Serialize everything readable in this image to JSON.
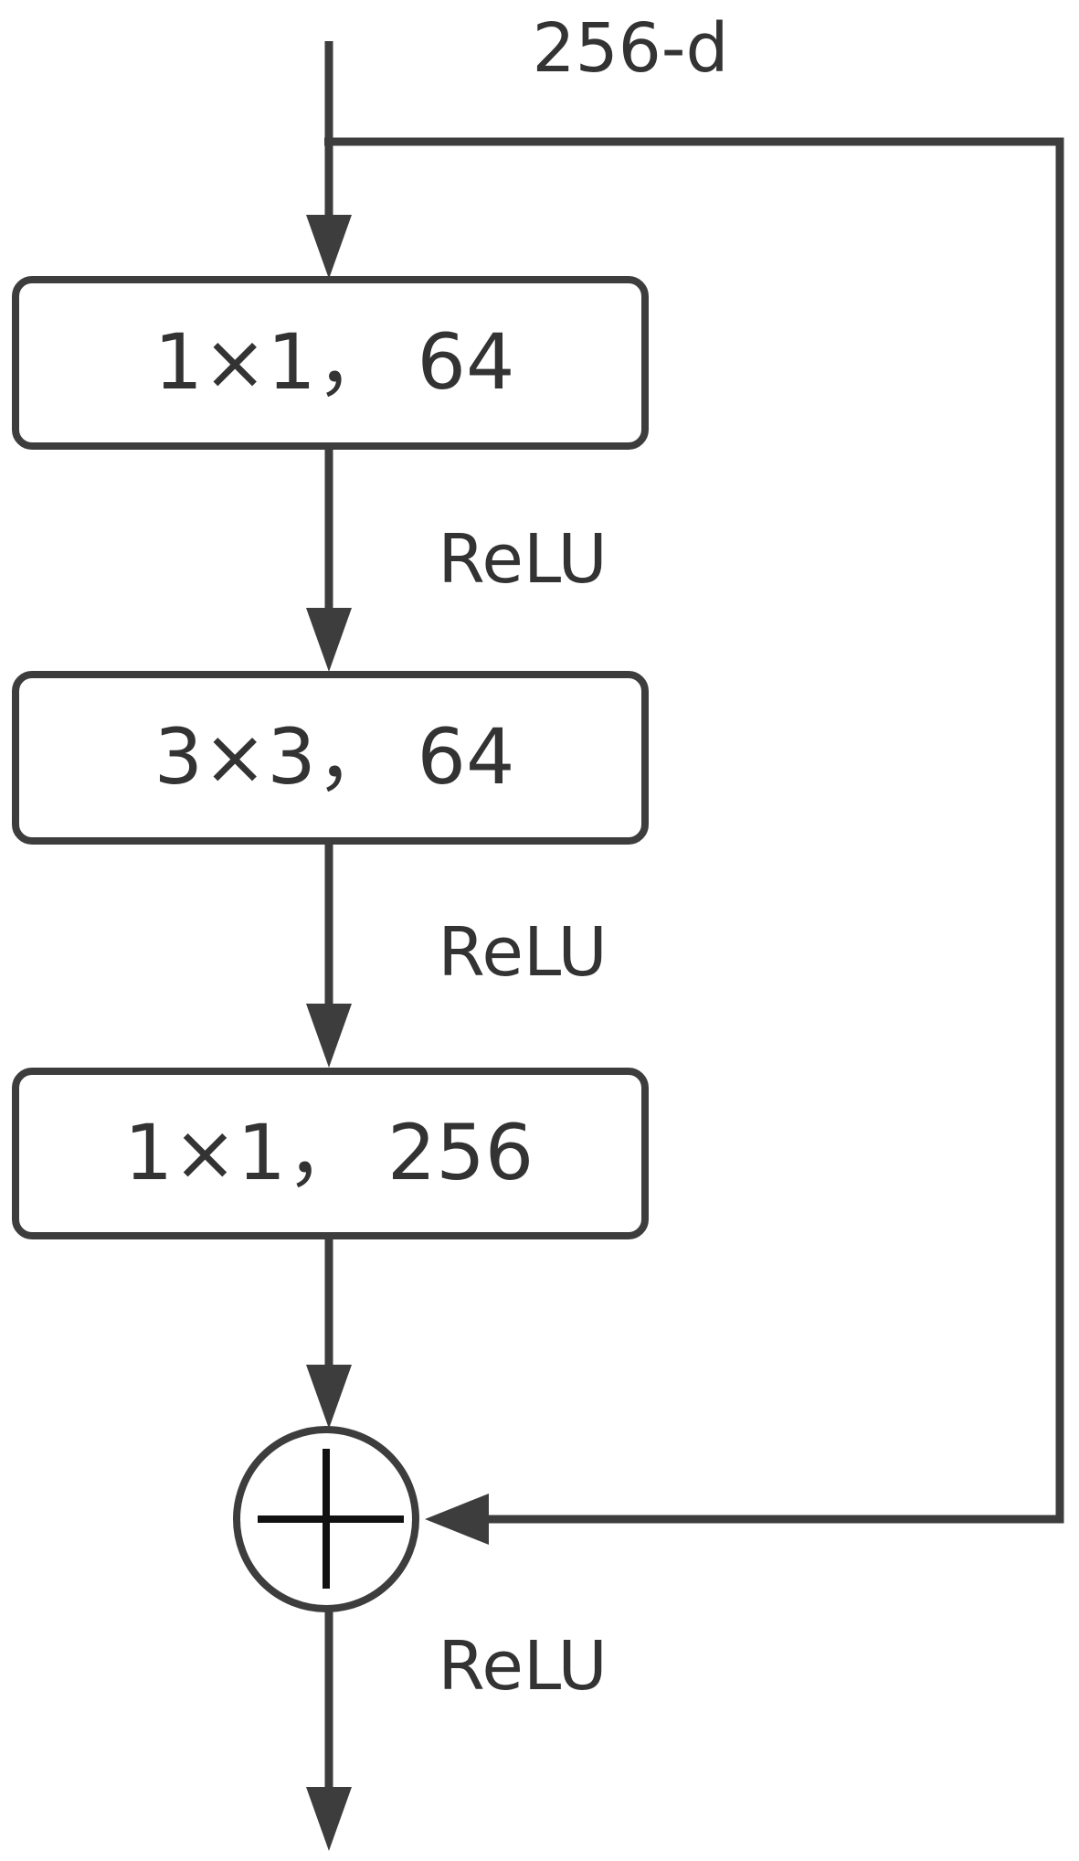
{
  "input_label": "256-d",
  "layers": [
    {
      "label": "1×1， 64"
    },
    {
      "label": "3×3， 64"
    },
    {
      "label": "1×1， 256"
    }
  ],
  "activations": [
    "ReLU",
    "ReLU",
    "ReLU"
  ],
  "sum_symbol": "plus",
  "colors": {
    "stroke": "#3d3d3d",
    "text": "#333333",
    "background": "#ffffff"
  }
}
